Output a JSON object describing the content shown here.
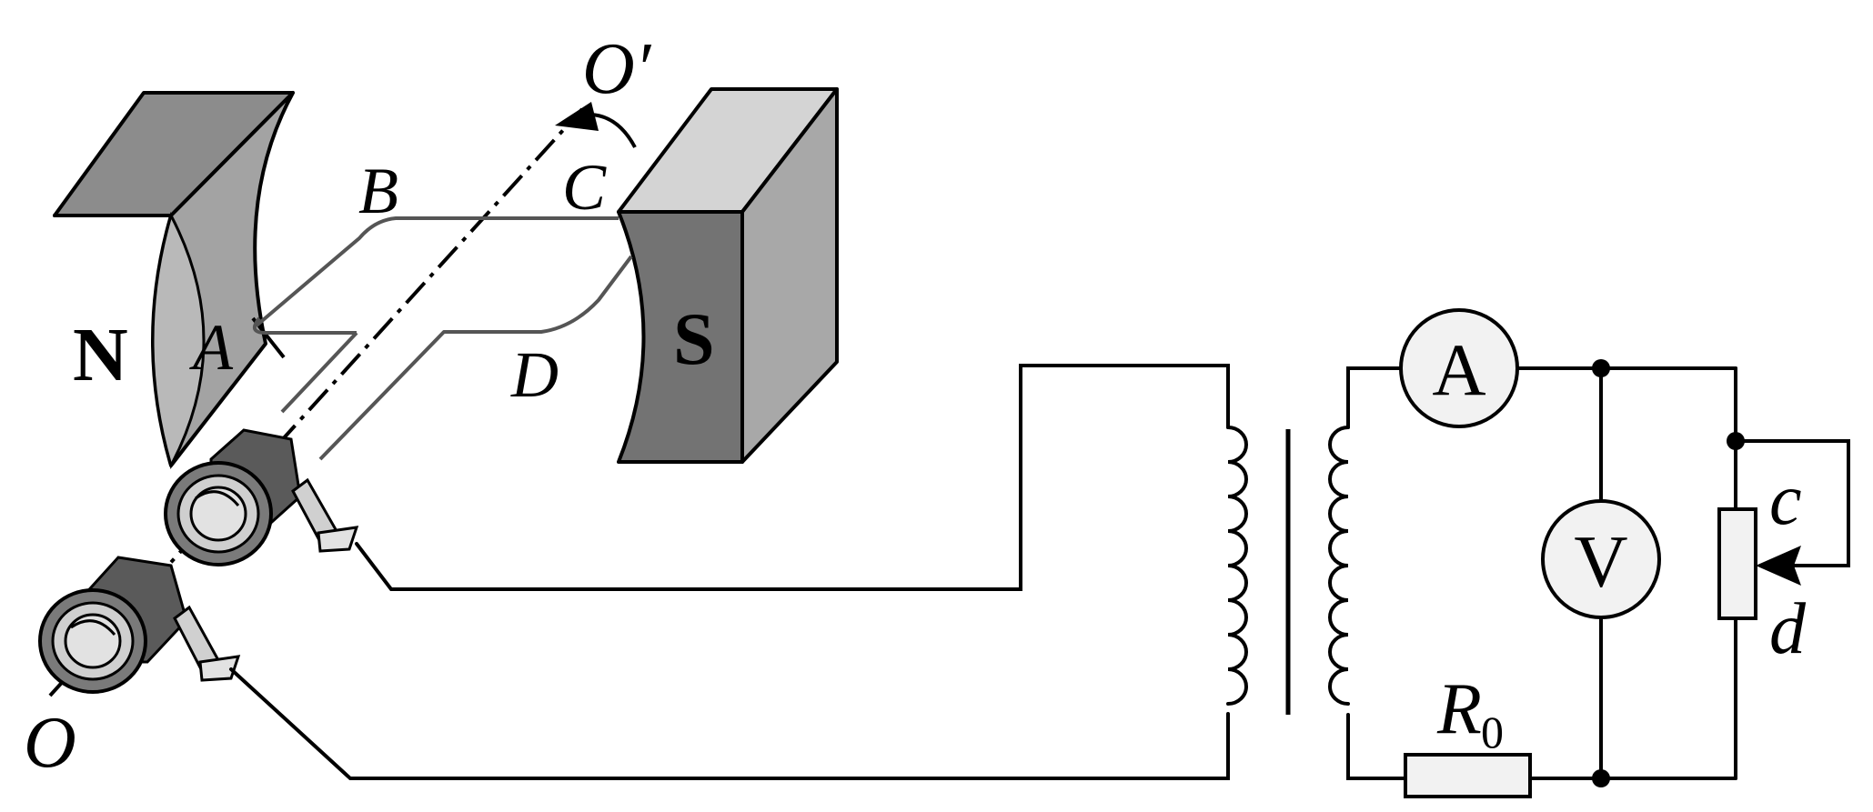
{
  "figure": {
    "magnet": {
      "north_label": "N",
      "south_label": "S"
    },
    "coil_points": {
      "a": "A",
      "b": "B",
      "c": "C",
      "d": "D"
    },
    "axis": {
      "start_label": "O",
      "end_label": "O′"
    },
    "meters": {
      "ammeter": "A",
      "voltmeter": "V"
    },
    "resistor": {
      "base": "R",
      "subscript": "0"
    },
    "rheostat": {
      "upper_label": "c",
      "lower_label": "d"
    }
  }
}
